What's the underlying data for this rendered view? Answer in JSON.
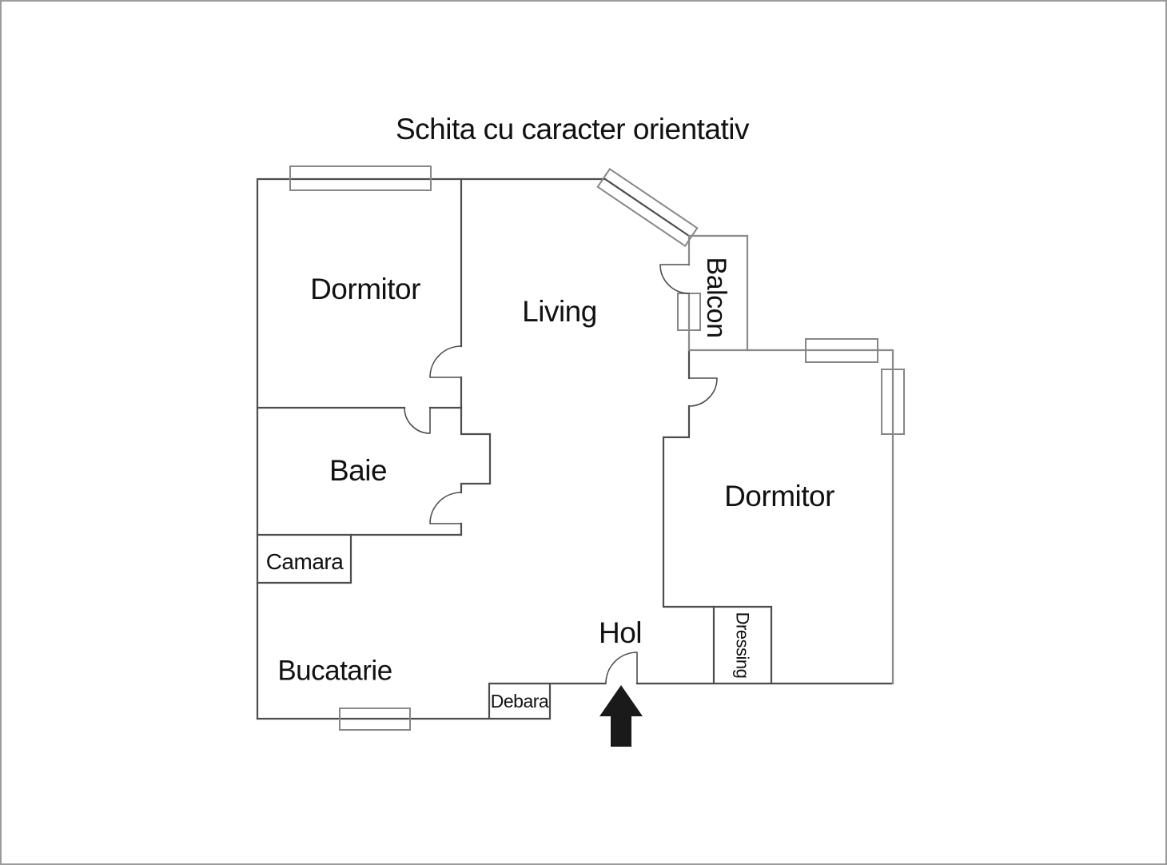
{
  "title": "Schita cu caracter orientativ",
  "rooms": {
    "dormitor_left": {
      "label": "Dormitor"
    },
    "living": {
      "label": "Living"
    },
    "balcon": {
      "label": "Balcon"
    },
    "dormitor_right": {
      "label": "Dormitor"
    },
    "baie": {
      "label": "Baie"
    },
    "camara": {
      "label": "Camara"
    },
    "bucatarie": {
      "label": "Bucatarie"
    },
    "hol": {
      "label": "Hol"
    },
    "debara": {
      "label": "Debara"
    },
    "dressing": {
      "label": "Dressing"
    }
  },
  "symbols": {
    "entrance_arrow": "up-arrow-entrance",
    "door_count": 6,
    "window_count": 6
  },
  "colors": {
    "background": "#ffffff",
    "frame": "#9b9b9b",
    "wall": "#4d4d4d",
    "wall_light": "#8a8a8a",
    "window": "#878787",
    "door": "#4d4d4d",
    "text": "#111111",
    "arrow": "#1a1a1a"
  }
}
